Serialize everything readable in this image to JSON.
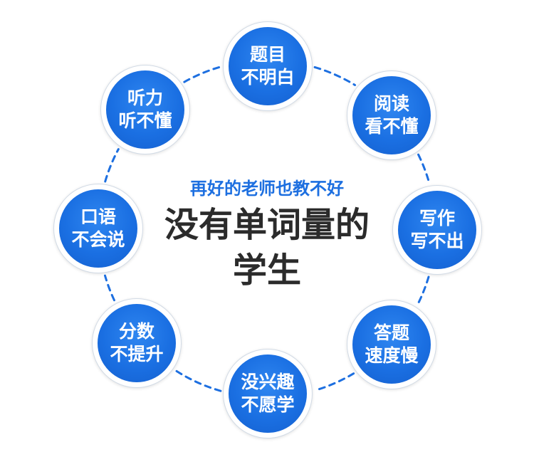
{
  "center": {
    "subtitle": "再好的老师也教不好",
    "title_line1": "没有单词量的",
    "title_line2": "学生"
  },
  "nodes": [
    {
      "line1": "题目",
      "line2": "不明白"
    },
    {
      "line1": "阅读",
      "line2": "看不懂"
    },
    {
      "line1": "写作",
      "line2": "写不出"
    },
    {
      "line1": "答题",
      "line2": "速度慢"
    },
    {
      "line1": "没兴趣",
      "line2": "不愿学"
    },
    {
      "line1": "分数",
      "line2": "不提升"
    },
    {
      "line1": "口语",
      "line2": "不会说"
    },
    {
      "line1": "听力",
      "line2": "听不懂"
    }
  ],
  "colors": {
    "node_blue": "#1a6fe2",
    "connector": "#1d6fe0",
    "subtitle": "#1d6fe0",
    "title": "#2b2b2b",
    "node_text": "#ffffff"
  }
}
